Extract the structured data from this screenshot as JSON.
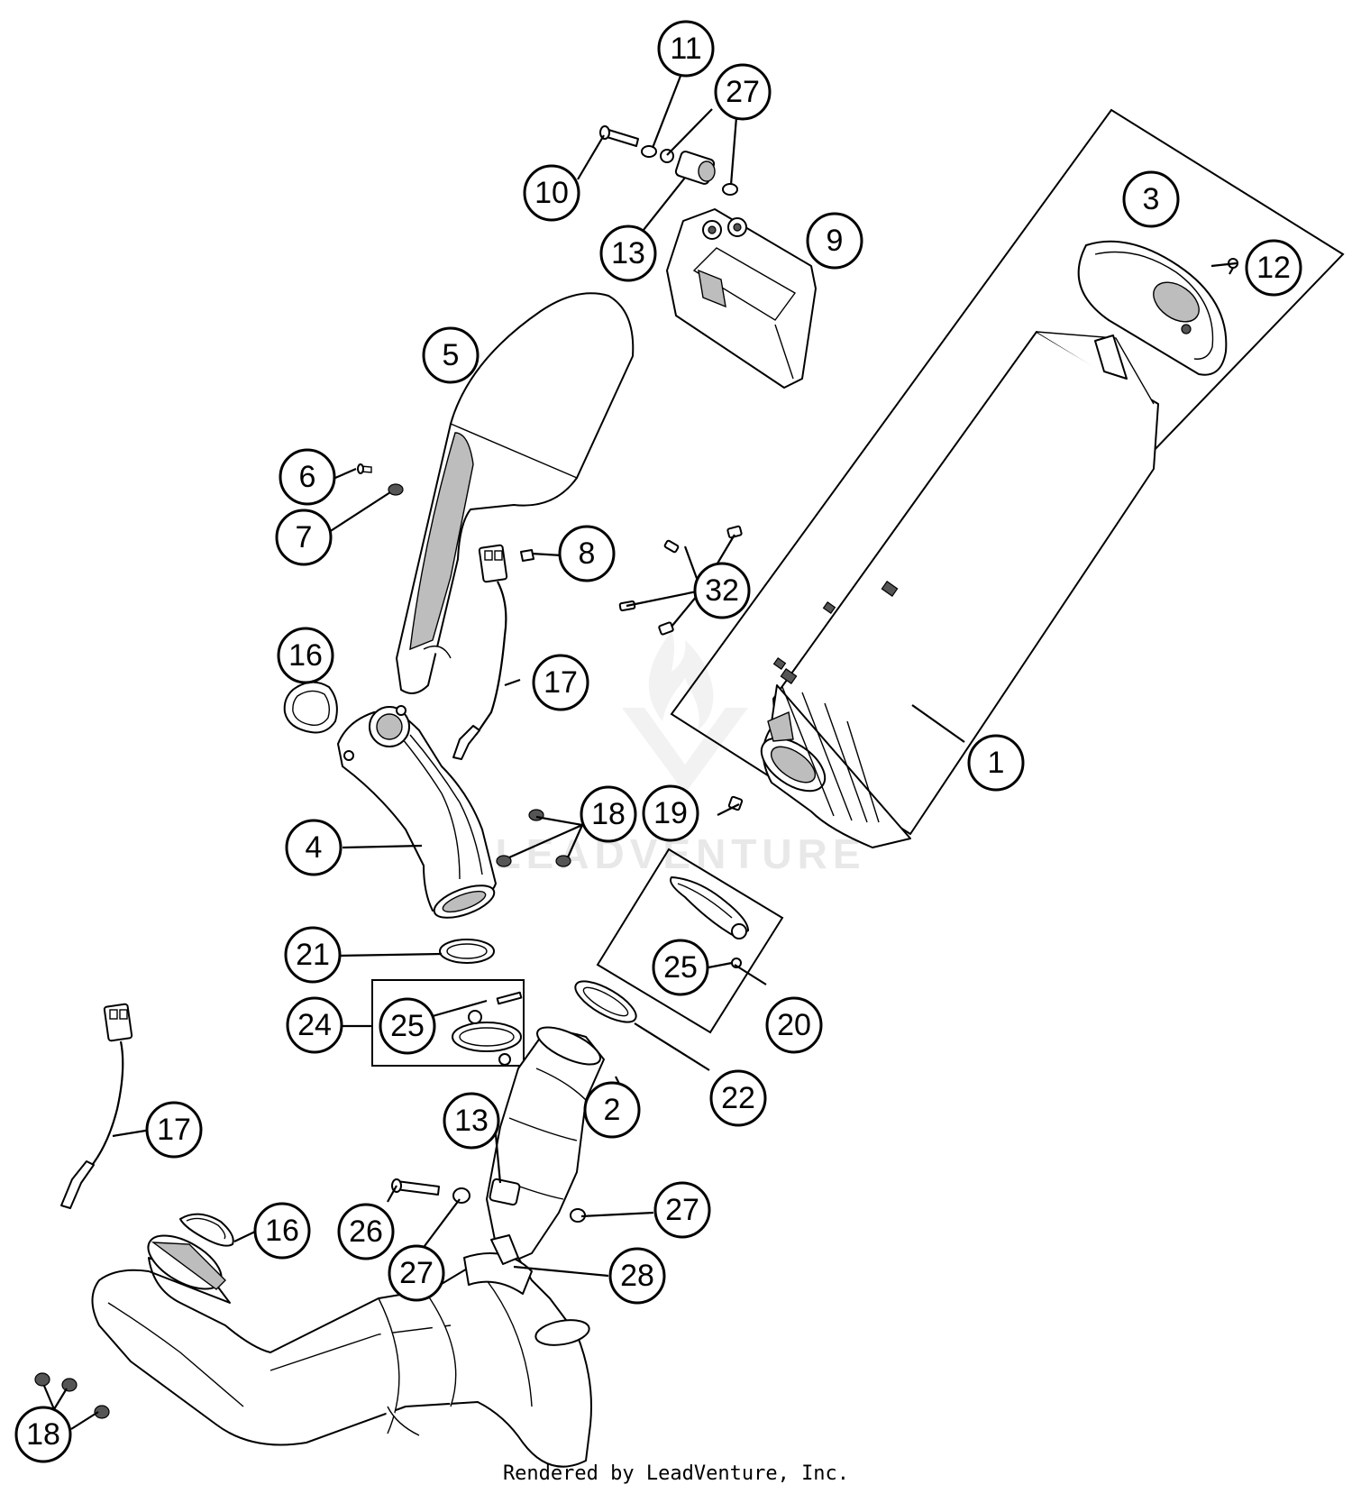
{
  "diagram": {
    "callouts": [
      {
        "id": "c1",
        "label": "1"
      },
      {
        "id": "c2",
        "label": "2"
      },
      {
        "id": "c3",
        "label": "3"
      },
      {
        "id": "c4",
        "label": "4"
      },
      {
        "id": "c5",
        "label": "5"
      },
      {
        "id": "c6",
        "label": "6"
      },
      {
        "id": "c7",
        "label": "7"
      },
      {
        "id": "c8",
        "label": "8"
      },
      {
        "id": "c9",
        "label": "9"
      },
      {
        "id": "c10",
        "label": "10"
      },
      {
        "id": "c11",
        "label": "11"
      },
      {
        "id": "c12",
        "label": "12"
      },
      {
        "id": "c13a",
        "label": "13"
      },
      {
        "id": "c13b",
        "label": "13"
      },
      {
        "id": "c16a",
        "label": "16"
      },
      {
        "id": "c16b",
        "label": "16"
      },
      {
        "id": "c17a",
        "label": "17"
      },
      {
        "id": "c17b",
        "label": "17"
      },
      {
        "id": "c18a",
        "label": "18"
      },
      {
        "id": "c18b",
        "label": "18"
      },
      {
        "id": "c19",
        "label": "19"
      },
      {
        "id": "c20",
        "label": "20"
      },
      {
        "id": "c21",
        "label": "21"
      },
      {
        "id": "c22",
        "label": "22"
      },
      {
        "id": "c24",
        "label": "24"
      },
      {
        "id": "c25a",
        "label": "25"
      },
      {
        "id": "c25b",
        "label": "25"
      },
      {
        "id": "c26",
        "label": "26"
      },
      {
        "id": "c27a",
        "label": "27"
      },
      {
        "id": "c27b",
        "label": "27"
      },
      {
        "id": "c27c",
        "label": "27"
      },
      {
        "id": "c28",
        "label": "28"
      },
      {
        "id": "c32",
        "label": "32"
      }
    ],
    "watermark": "LEADVENTURE"
  },
  "footer": {
    "credit": "Rendered by LeadVenture, Inc."
  }
}
